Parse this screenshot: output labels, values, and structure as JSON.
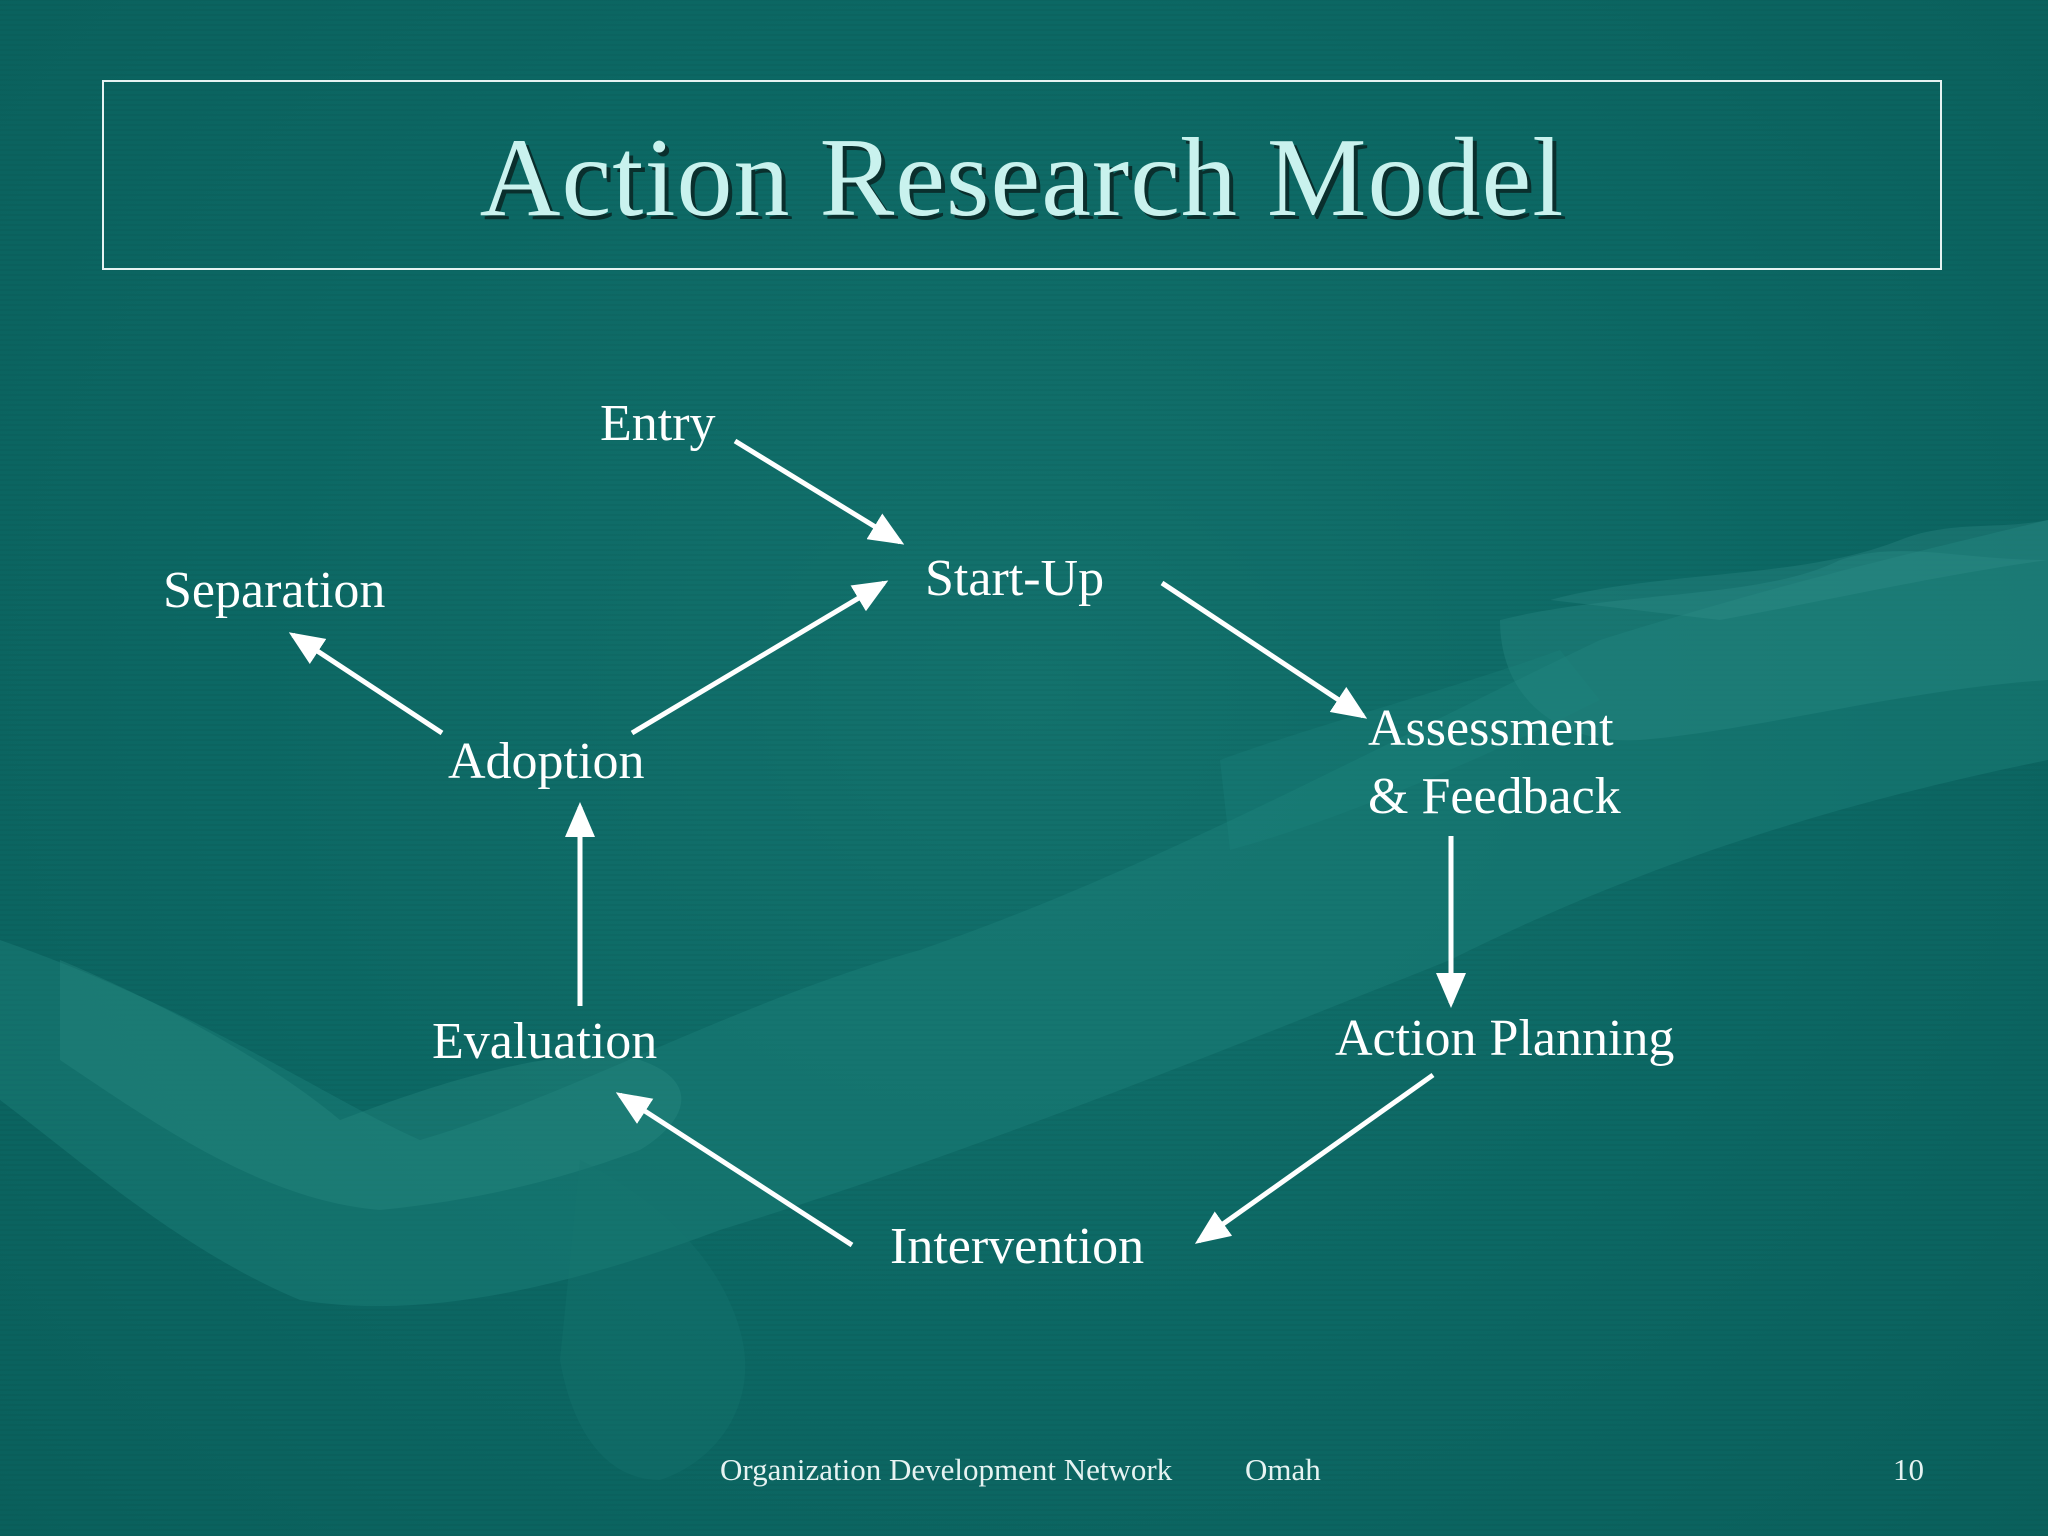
{
  "slide": {
    "title": "Action Research Model",
    "footer_text": "Organization Development Network",
    "footer_location": "Omah",
    "page_number": "10"
  },
  "diagram": {
    "nodes": {
      "entry": "Entry",
      "startup": "Start-Up",
      "separation": "Separation",
      "adoption": "Adoption",
      "assessment": "Assessment\n& Feedback",
      "evaluation": "Evaluation",
      "action_planning": "Action Planning",
      "intervention": "Intervention"
    },
    "edges": [
      {
        "from": "Entry",
        "to": "Start-Up"
      },
      {
        "from": "Start-Up",
        "to": "Assessment & Feedback"
      },
      {
        "from": "Assessment & Feedback",
        "to": "Action Planning"
      },
      {
        "from": "Action Planning",
        "to": "Intervention"
      },
      {
        "from": "Intervention",
        "to": "Evaluation"
      },
      {
        "from": "Evaluation",
        "to": "Adoption"
      },
      {
        "from": "Adoption",
        "to": "Start-Up"
      },
      {
        "from": "Adoption",
        "to": "Separation"
      }
    ]
  },
  "colors": {
    "background": "#0d6a66",
    "title_text": "#c9f2ee",
    "node_text": "#ffffff",
    "arrow": "#ffffff"
  }
}
